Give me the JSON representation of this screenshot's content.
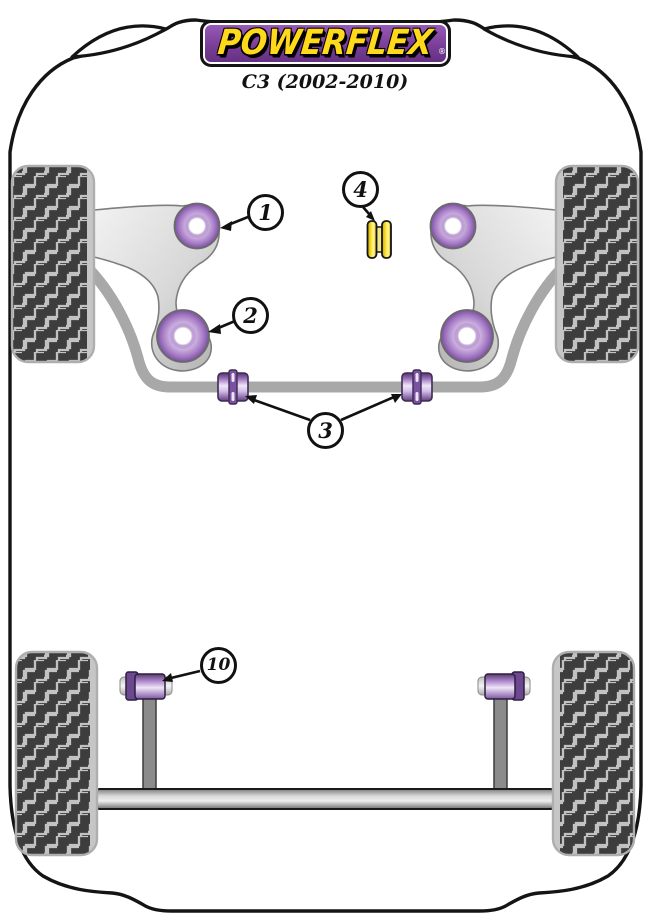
{
  "header": {
    "logo_text": "POWERFLEX",
    "registered_mark": "®",
    "model_label": "C3 (2002-2010)"
  },
  "callouts": [
    {
      "label": "1"
    },
    {
      "label": "2"
    },
    {
      "label": "3"
    },
    {
      "label": "4"
    },
    {
      "label": "10"
    }
  ],
  "colors": {
    "brand_purple": "#7a3f98",
    "logo_yellow": "#ffd91a",
    "bushing_purple": "#9a6fbe",
    "poly_yellow": "#f2da1f",
    "tire_dark": "#3d3d3d",
    "tread_light": "#c2c2c2",
    "metal_gray": "#a8a8a8",
    "outline_black": "#141414"
  }
}
